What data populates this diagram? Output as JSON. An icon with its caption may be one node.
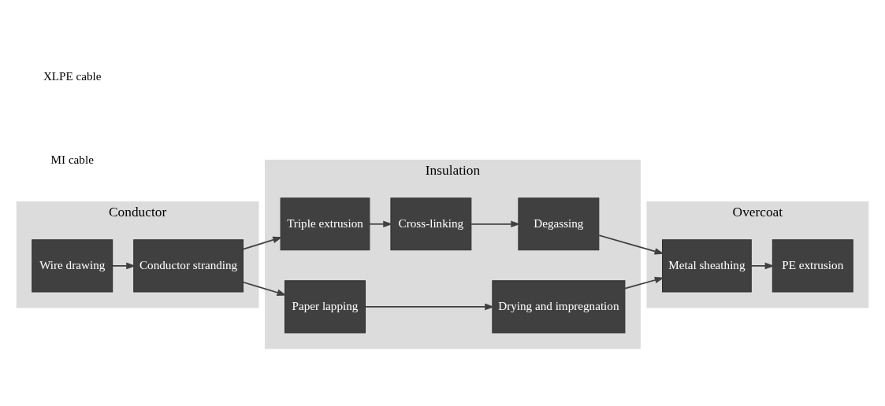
{
  "diagram": {
    "nodes": [
      {
        "text": [
          "Conductor"
        ]
      },
      {
        "text": [
          "Insulation"
        ]
      },
      {
        "text": [
          "Overcoat"
        ]
      },
      {
        "text": [
          "Wire drawing"
        ],
        "in": 0
      },
      {
        "text": [
          "Conductor stranding"
        ],
        "in": 0
      },
      {
        "text": [
          "Triple extrusion"
        ],
        "in": 1
      },
      {
        "text": [
          "Cross-linking"
        ],
        "in": 1
      },
      {
        "text": [
          "Degassing"
        ],
        "in": 1
      },
      {
        "text": [
          "Paper lapping"
        ],
        "in": 1
      },
      {
        "text": [
          "Drying and impregnation"
        ],
        "in": 1
      },
      {
        "text": [
          "Metal sheathing"
        ],
        "in": 2
      },
      {
        "text": [
          "PE extrusion"
        ],
        "in": 2
      }
    ],
    "edges": [
      {
        "from": 3,
        "to": 4,
        "arrow": "to"
      },
      {
        "from": 4,
        "to": 5,
        "arrow": "to"
      },
      {
        "from": 5,
        "to": 6,
        "arrow": "to"
      },
      {
        "from": 6,
        "to": 7,
        "arrow": "to"
      },
      {
        "from": 7,
        "to": 10,
        "arrow": "to"
      },
      {
        "from": 4,
        "to": 8,
        "arrow": "to"
      },
      {
        "from": 8,
        "to": 9,
        "arrow": "to"
      },
      {
        "from": 9,
        "to": 10,
        "arrow": "to"
      },
      {
        "from": 10,
        "to": 11,
        "arrow": "to"
      }
    ],
    "labels": [
      "XLPE cable",
      "MI cable"
    ]
  }
}
